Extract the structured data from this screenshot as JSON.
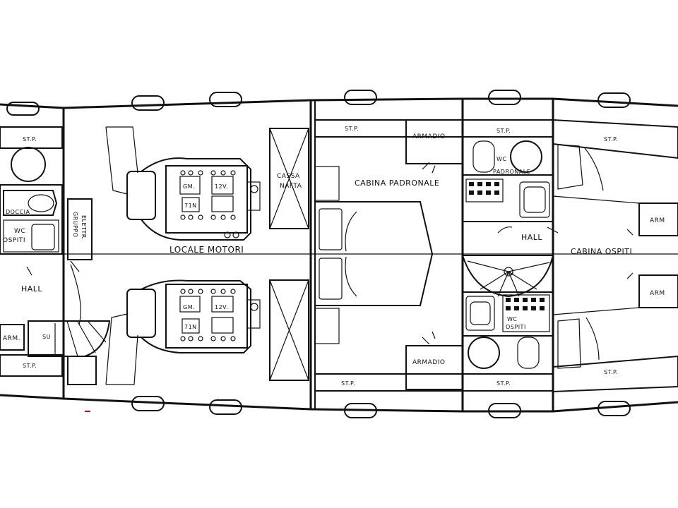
{
  "plan": {
    "rooms": {
      "locale_motori": "LOCALE MOTORI",
      "cabina_padronale": "CABINA PADRONALE",
      "cabina_ospiti": "CABINA OSPITI",
      "hall_left": "HALL",
      "hall_right": "HALL",
      "cassa_nafta_1": "CASSA",
      "cassa_nafta_2": "NAFTA"
    },
    "fixtures": {
      "doccia": "DOCCIA",
      "wc_ospiti_left_1": "WC",
      "wc_ospiti_left_2": "OSPITI",
      "wc_padronale_1": "WC",
      "wc_padronale_2": "PADRONALE",
      "wc_ospiti_right_1": "WC",
      "wc_ospiti_right_2": "OSPITI",
      "gruppo_elettrogeno": "GRUPPO",
      "gruppo_elettrogeno_2": "ELETTR.",
      "armadio_top": "ARMADIO",
      "armadio_bottom": "ARMADIO",
      "arm_left": "ARM.",
      "arm_right_top": "ARM",
      "arm_right_bottom": "ARM"
    },
    "engine_labels": {
      "gm": "GM.",
      "v12": "12V.",
      "n71": "71N"
    },
    "stipi": "ST.P.",
    "stair_mark": "SU"
  }
}
